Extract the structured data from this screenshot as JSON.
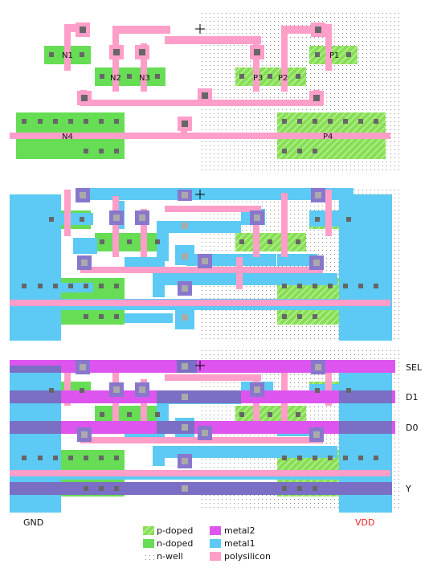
{
  "colors": {
    "n_doped": "#66dd55",
    "p_doped": "#88dd55",
    "n_well_dot": "#999999",
    "metal1": "#5ccaf4",
    "metal2": "#dd55ee",
    "metal2_over_metal1": "#7a6fc4",
    "polysilicon": "#ff9ec8",
    "contact": "#666666",
    "via_box": "#8877cc",
    "vdd_label": "#ee2222"
  },
  "transistor_labels": {
    "n1": "N1",
    "n2": "N2",
    "n3": "N3",
    "n4": "N4",
    "p1": "P1",
    "p2": "P2",
    "p3": "P3",
    "p4": "P4"
  },
  "signals": {
    "sel": "SEL",
    "d1": "D1",
    "d0": "D0",
    "y": "Y"
  },
  "rails": {
    "gnd": "GND",
    "vdd": "VDD"
  },
  "legend": {
    "p_doped": "p-doped",
    "n_doped": "n-doped",
    "n_well": "n-well",
    "metal2": "metal2",
    "metal1": "metal1",
    "polysilicon": "polysilicon"
  }
}
